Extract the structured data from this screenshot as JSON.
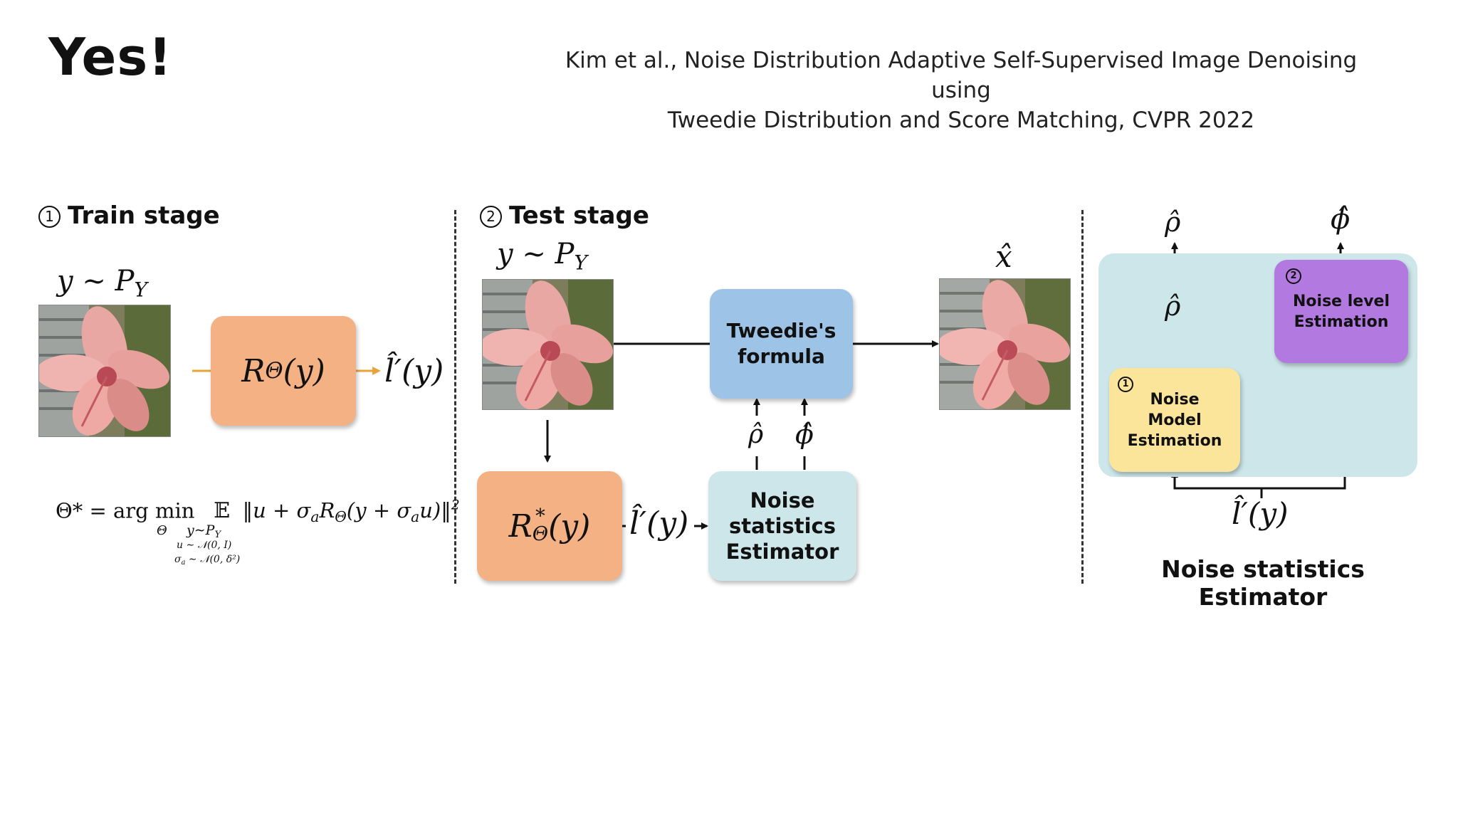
{
  "slide": {
    "title": "Yes!",
    "citation_line1": "Kim et al., Noise Distribution Adaptive Self-Supervised  Image Denoising using",
    "citation_line2": "Tweedie Distribution and Score Matching, CVPR 2022"
  },
  "train": {
    "num": "1",
    "label": "Train stage",
    "input_label": "y ~ P",
    "input_sub": "Y",
    "network": "R",
    "network_sub": "Θ",
    "network_arg": "(y)",
    "output": "l̂′(y)",
    "loss_lhs": "Θ* = arg min",
    "loss_min_sub": "Θ",
    "loss_E": "𝔼",
    "loss_E_sub1": "y∼P",
    "loss_E_sub1_sub": "Y",
    "loss_E_sub2": "u ∼ 𝒩(0, I)",
    "loss_E_sub3": "σ",
    "loss_E_sub3_sub": "a",
    "loss_E_sub3_rest": " ∼ 𝒩(0, δ²)",
    "loss_body": "‖u + σ",
    "loss_body_sub": "a",
    "loss_body_mid": "R",
    "loss_body_mid_sub": "Θ",
    "loss_body_tail": "(y + σ",
    "loss_body_tail_sub": "a",
    "loss_body_end": "u)‖",
    "loss_body_sup": "2"
  },
  "test": {
    "num": "2",
    "label": "Test stage",
    "input_label": "y ~ P",
    "input_sub": "Y",
    "output_label": "x̂",
    "tweedie": "Tweedie's formula",
    "network": "R",
    "network_sup": "*",
    "network_sub": "Θ",
    "network_arg": "(y)",
    "l_hat": "l̂′(y)",
    "estimator": "Noise statistics Estimator",
    "rho_hat": "ρ̂",
    "phi_hat": "ϕ̂"
  },
  "estimator_panel": {
    "title": "Noise statistics Estimator",
    "model_num": "1",
    "model_label": "Noise Model Estimation",
    "level_num": "2",
    "level_label": "Noise level Estimation",
    "rho_out": "ρ̂",
    "phi_out": "ϕ̂",
    "rho_mid": "ρ̂",
    "l_hat": "l̂′(y)"
  },
  "colors": {
    "orange": "#f4b183",
    "blue": "#9dc3e6",
    "light_blue": "#cde6ea",
    "yellow": "#fbe59a",
    "purple": "#b27ae0",
    "arrow_orange": "#e8a33a"
  }
}
